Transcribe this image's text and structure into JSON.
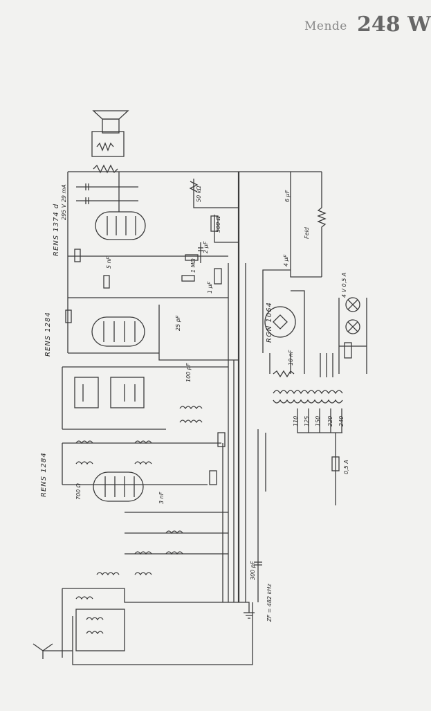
{
  "header": {
    "brand": "Mende",
    "model": "248 W"
  },
  "tubes": [
    "RENS 1374 d",
    "RENS 1284",
    "RENS 1284",
    "RGN 1064"
  ],
  "labels": {
    "anode_supply": "295 V 29 mA",
    "field": "Feld",
    "lamp": "4 V 0,5 A",
    "fuse": "0,5 A",
    "if_note": "ZF = 482 kHz",
    "tap_110": "110",
    "tap_125": "125",
    "tap_150": "150",
    "tap_220": "220",
    "tap_240": "240",
    "c_300pf": "300 pF",
    "c_6uf": "6 µF",
    "c_4uf": "4 µF",
    "c_5nf": "5 nF",
    "r_500": "500 Ω",
    "r_50k": "50 kΩ",
    "r_700": "700 Ω",
    "c_100pf": "100 pF",
    "r_1m": "1 MΩ",
    "c_2uf": "2 µF",
    "c_10nf": "10 nF",
    "c_25pf": "25 pF",
    "c_1uf": "1 µF",
    "c_3nf": "3 nF"
  }
}
